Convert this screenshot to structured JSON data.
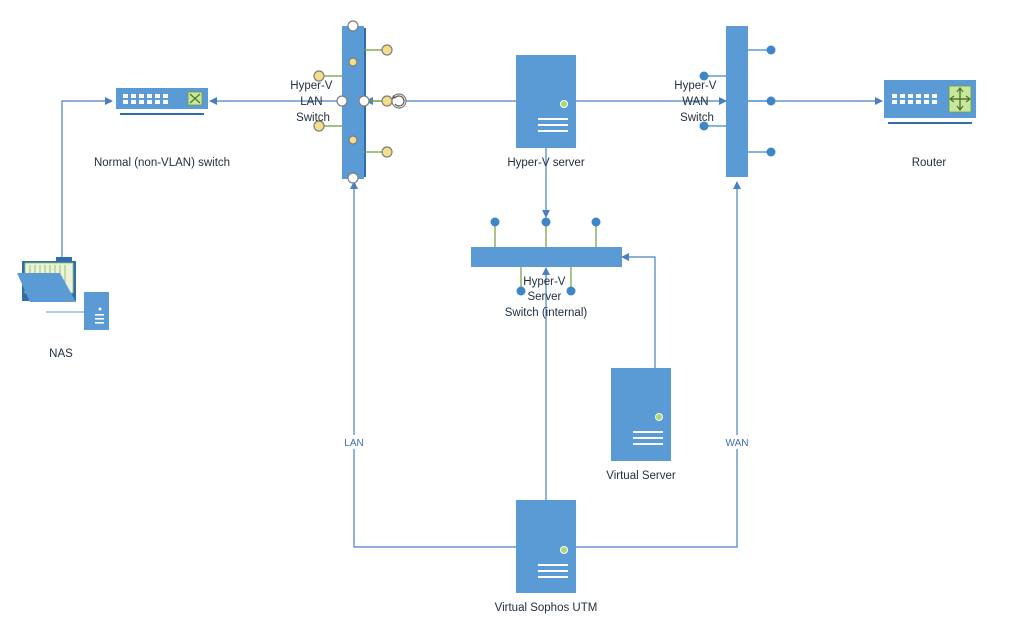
{
  "nodes": {
    "normal_switch": "Normal (non-VLAN) switch",
    "nas": "NAS",
    "lan_switch": [
      "Hyper-V",
      "LAN",
      "Switch"
    ],
    "hyperv_server": "Hyper-V server",
    "wan_switch": [
      "Hyper-V",
      "WAN",
      "Switch"
    ],
    "router": "Router",
    "server_switch": [
      "Hyper-V",
      "Server",
      "Switch (internal)"
    ],
    "virtual_server": "Virtual Server",
    "sophos_utm": "Virtual Sophos UTM"
  },
  "edges": {
    "lan": "LAN",
    "wan": "WAN"
  },
  "colors": {
    "device_fill": "#5b9bd5",
    "connector": "#4a80c0",
    "port_yellow": "#f2df8a",
    "port_blue": "#3f86c8"
  },
  "icons": [
    "switch-icon",
    "router-icon",
    "server-icon",
    "folder-icon",
    "nas-icon"
  ]
}
